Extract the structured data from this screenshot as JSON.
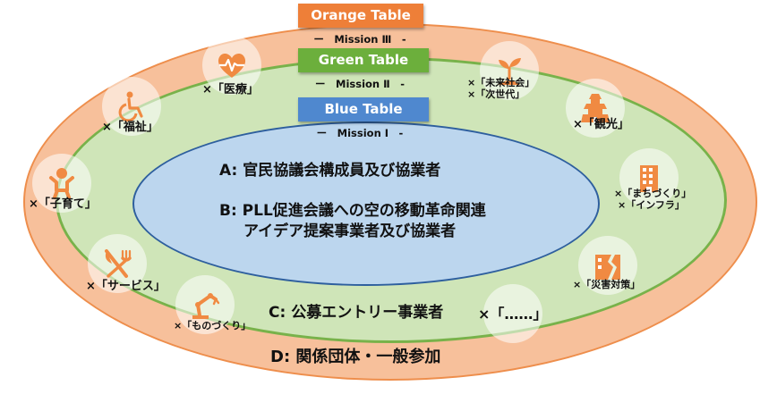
{
  "tables": {
    "orange": "Orange Table",
    "green": "Green Table",
    "blue": "Blue Table"
  },
  "missions": {
    "m3": "ー　Mission Ⅲ　-",
    "m2": "ー　Mission Ⅱ　-",
    "m1": "ー　Mission Ⅰ　-"
  },
  "participants": {
    "a": "A: 官民協議会構成員及び協業者",
    "b_line1": "B: PLL促進会議への空の移動革命関連",
    "b_line2": "アイデア提案事業者及び協業者",
    "c": "C: 公募エントリー事業者",
    "d": "D: 関係団体・一般参加"
  },
  "fields": {
    "medical": "×「医療」",
    "welfare": "×「福祉」",
    "childcare": "×「子育て」",
    "service": "×「サービス」",
    "manufacturing": "×「ものづくり」",
    "future_line1": "×「未来社会」",
    "future_line2": "×「次世代」",
    "tourism": "×「観光」",
    "town_line1": "×「まちづくり」",
    "town_line2": "×「インフラ」",
    "disaster": "×「災害対策」",
    "etc": "×「……」"
  },
  "colors": {
    "orange": "#ee7f38",
    "green": "#6caf3c",
    "blue": "#4f88cf",
    "icon": "#f08a42"
  }
}
